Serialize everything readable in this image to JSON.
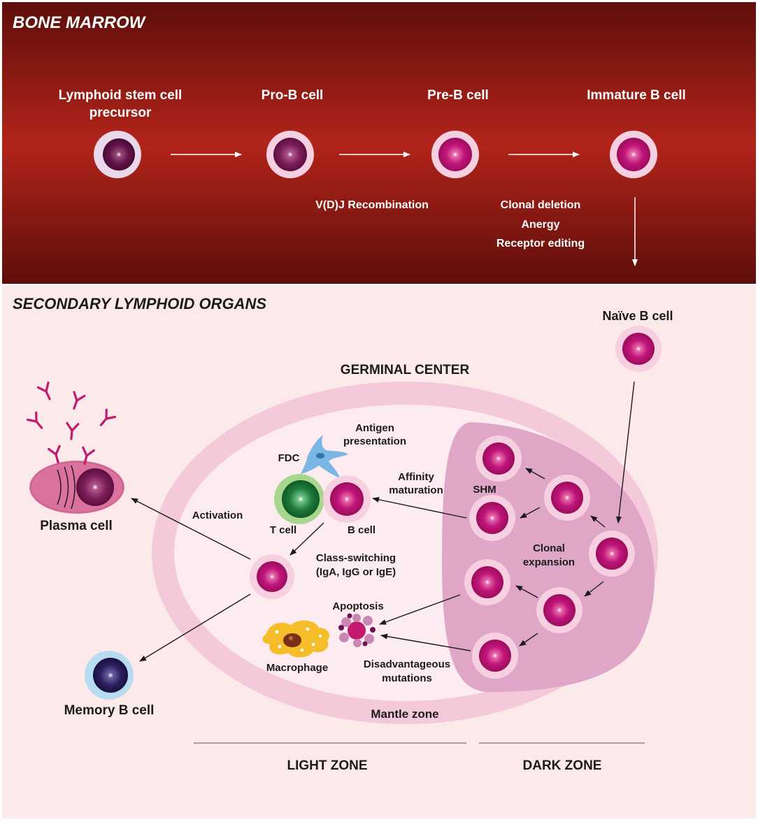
{
  "bone_marrow": {
    "title": "BONE MARROW",
    "stages": {
      "stem_line1": "Lymphoid stem cell",
      "stem_line2": "precursor",
      "pro_b": "Pro-B cell",
      "pre_b": "Pre-B cell",
      "immature_b": "Immature B cell"
    },
    "processes": {
      "vdj": "V(D)J Recombination",
      "clonal_deletion": "Clonal deletion",
      "anergy": "Anergy",
      "receptor_editing": "Receptor editing"
    }
  },
  "secondary": {
    "title": "SECONDARY LYMPHOID ORGANS",
    "naive_b": "Naïve B cell",
    "germinal_center": "GERMINAL CENTER",
    "mantle_zone": "Mantle zone",
    "light_zone": "LIGHT ZONE",
    "dark_zone": "DARK ZONE",
    "labels": {
      "antigen_line1": "Antigen",
      "antigen_line2": "presentation",
      "fdc": "FDC",
      "affinity_line1": "Affinity",
      "affinity_line2": "maturation",
      "shm": "SHM",
      "t_cell": "T cell",
      "b_cell": "B cell",
      "activation": "Activation",
      "class_line1": "Class-switching",
      "class_line2": "(IgA, IgG or IgE)",
      "clonal_line1": "Clonal",
      "clonal_line2": "expansion",
      "apoptosis": "Apoptosis",
      "macrophage": "Macrophage",
      "disadv_line1": "Disadvantageous",
      "disadv_line2": "mutations",
      "plasma_cell": "Plasma cell",
      "memory_b": "Memory B cell"
    }
  },
  "colors": {
    "bone_marrow_dark": "#5e0e0a",
    "bone_marrow_mid": "#b2241a",
    "secondary_bg": "#fce9ea",
    "mantle": "#f4c9d9",
    "dark_zone": "#e0a6c8",
    "b_cell_core": "#b8126e",
    "t_cell_core": "#1e7a3a",
    "memory_core": "#2a1f5e",
    "antibody": "#c21a6c"
  }
}
